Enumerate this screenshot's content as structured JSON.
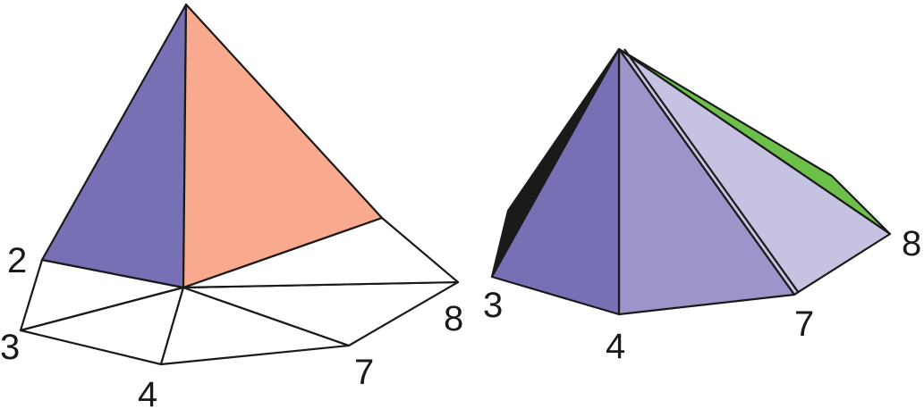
{
  "colors": {
    "purple_dark": "#7870b4",
    "purple_mid": "#9b95c9",
    "purple_light": "#c5c2e2",
    "salmon": "#f9a98e",
    "green": "#6cc04a",
    "black": "#1a1a1a",
    "white": "#ffffff"
  },
  "left_figure": {
    "labels": {
      "v2": "2",
      "v3": "3",
      "v4": "4",
      "v7": "7",
      "v8": "8"
    }
  },
  "right_figure": {
    "labels": {
      "v3": "3",
      "v4": "4",
      "v7": "7",
      "v8": "8"
    }
  }
}
